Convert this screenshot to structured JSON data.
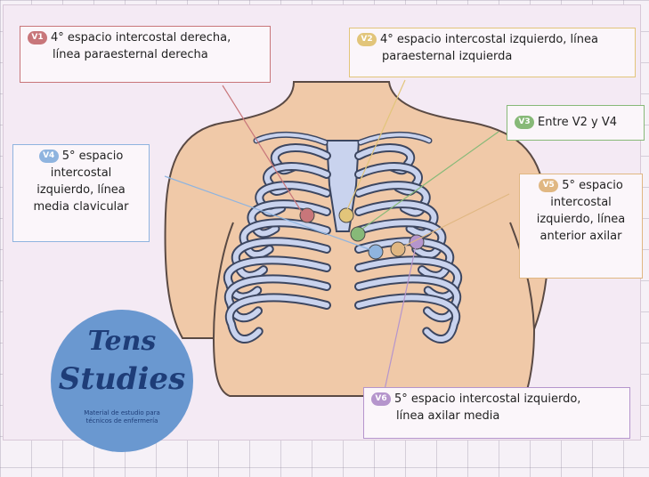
{
  "labels": {
    "v1": {
      "badge": "V1",
      "line1": "4° espacio intercostal derecha,",
      "line2": "línea paraesternal derecha",
      "color": "#c8767a"
    },
    "v2": {
      "badge": "V2",
      "line1": "4° espacio intercostal izquierdo, línea",
      "line2": "paraesternal izquierda",
      "color": "#e2c57a"
    },
    "v3": {
      "badge": "V3",
      "line1": "Entre V2 y V4",
      "color": "#87b978"
    },
    "v4": {
      "badge": "V4",
      "lines": [
        "5° espacio",
        "intercostal",
        "izquierdo, línea",
        "media clavicular"
      ],
      "color": "#8fb4df"
    },
    "v5": {
      "badge": "V5",
      "lines": [
        "5° espacio",
        "intercostal",
        "izquierdo, línea",
        "anterior axilar"
      ],
      "color": "#e0b782"
    },
    "v6": {
      "badge": "V6",
      "line1": "5° espacio intercostal izquierdo,",
      "line2": "línea axilar media",
      "color": "#b595cc"
    }
  },
  "electrode_colors": [
    "#c8767a",
    "#e2c57a",
    "#87b978",
    "#8fb4df",
    "#e0b782",
    "#b595cc"
  ],
  "logo": {
    "line1": "Tens",
    "line2": "Studies",
    "tagline1": "Material de estudio para",
    "tagline2": "técnicos de enfermería",
    "color": "#6a98d0"
  }
}
